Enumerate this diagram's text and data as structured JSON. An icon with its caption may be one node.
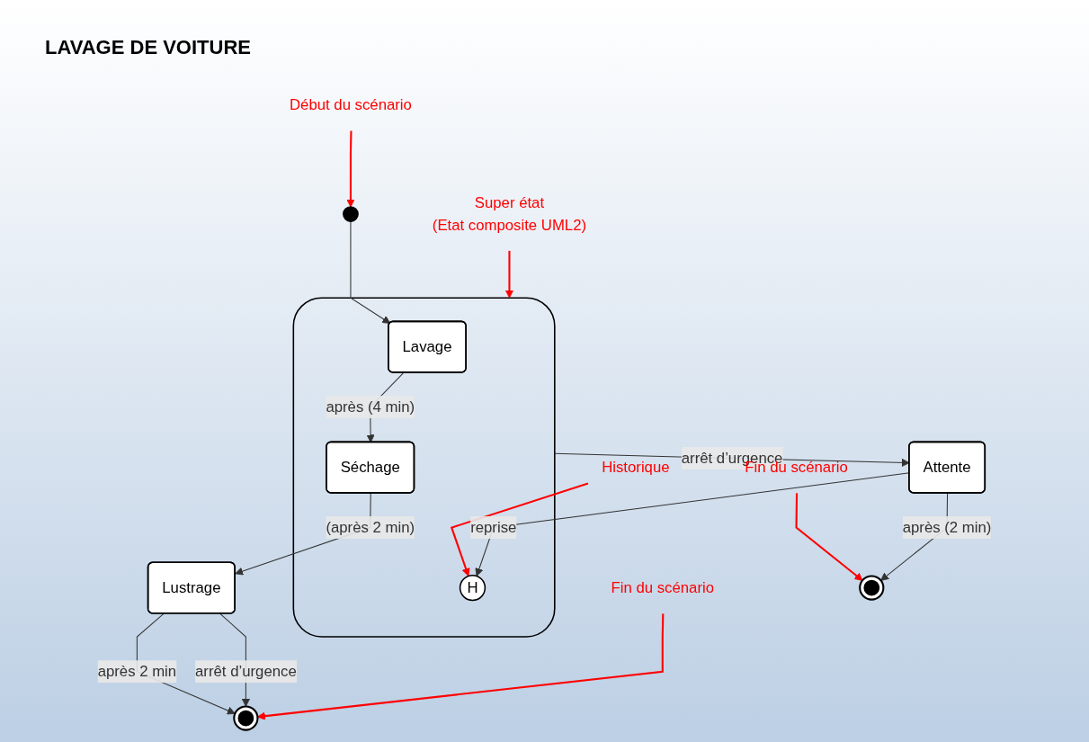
{
  "diagram": {
    "title": "LAVAGE DE VOITURE",
    "nodes": [
      {
        "text": [],
        "shape": "circle"
      },
      {
        "text": [
          "Début du scénario"
        ]
      },
      {
        "text": [],
        "shape": "box"
      },
      {
        "text": [
          "Lavage"
        ],
        "in": 2
      },
      {
        "text": [
          "Séchage"
        ],
        "in": 2
      },
      {
        "text": [
          "H"
        ],
        "in": 2
      },
      {
        "text": [
          "Historique"
        ]
      },
      {
        "text": [
          "Super état",
          "(Etat composite UML2)"
        ]
      },
      {
        "text": [
          "Attente"
        ]
      },
      {
        "text": [],
        "shape": "circle"
      },
      {
        "text": [
          "Fin du scénario"
        ]
      },
      {
        "text": [
          "Lustrage"
        ]
      },
      {
        "text": [],
        "shape": "circle"
      },
      {
        "text": [
          "Fin du scénario"
        ]
      }
    ],
    "edges": [
      {
        "from": 1,
        "to": 0,
        "arrow": "to",
        "color": "#ff0000"
      },
      {
        "from": 0,
        "to": 3,
        "arrow": "to"
      },
      {
        "from": 3,
        "to": 4,
        "arrow": "to",
        "label": "après (4 min)"
      },
      {
        "from": 4,
        "to": 11,
        "arrow": "to",
        "label": "(après 2 min)"
      },
      {
        "from": 2,
        "to": 8,
        "arrow": "to",
        "label": "arrêt d’urgence"
      },
      {
        "from": 8,
        "to": 9,
        "arrow": "to",
        "label": "après (2 min)"
      },
      {
        "from": 8,
        "to": 5,
        "arrow": "to",
        "label": "reprise"
      },
      {
        "from": 6,
        "to": 5,
        "arrow": "to",
        "color": "#ff0000"
      },
      {
        "from": 7,
        "to": 2,
        "arrow": "to",
        "color": "#ff0000"
      },
      {
        "from": 10,
        "to": 9,
        "arrow": "to",
        "color": "#ff0000"
      },
      {
        "from": 11,
        "to": 12,
        "arrow": "to",
        "label": "après 2 min"
      },
      {
        "from": 11,
        "to": 12,
        "arrow": "to",
        "label": "arrêt d’urgence"
      },
      {
        "from": 13,
        "to": 12,
        "arrow": "to",
        "color": "#ff0000"
      }
    ]
  }
}
